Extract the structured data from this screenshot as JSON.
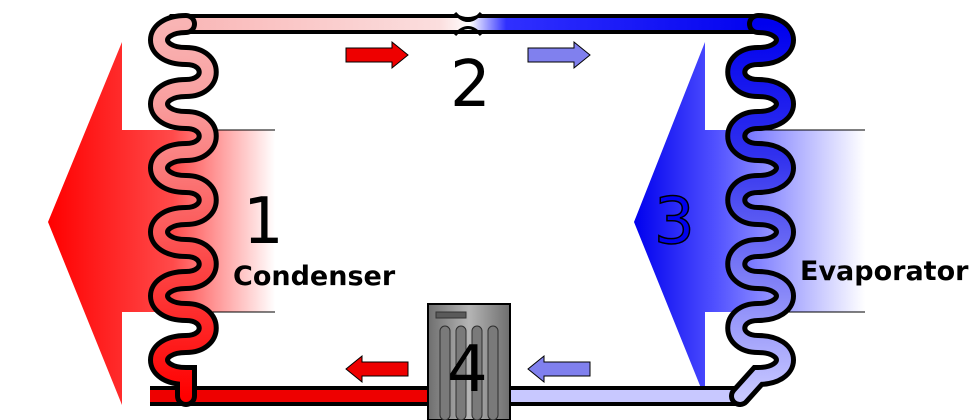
{
  "stages": [
    {
      "number": "1",
      "label": "Condenser"
    },
    {
      "number": "2",
      "label": ""
    },
    {
      "number": "3",
      "label": "Evaporator"
    },
    {
      "number": "4",
      "label": ""
    }
  ],
  "colors": {
    "hot": "#ff0000",
    "warm": "#f9b4b4",
    "cold": "#0000ee",
    "cool": "#a9a9ff",
    "arrow_hot": "#ee0000",
    "arrow_cool": "#8080ee",
    "outline": "#000000",
    "compressor": "#8c8c8c"
  },
  "icons": {
    "heat_out": "heat-release-arrow-icon",
    "heat_in": "heat-absorb-arrow-icon",
    "compressor": "compressor-icon",
    "expansion_valve": "expansion-valve-icon"
  }
}
